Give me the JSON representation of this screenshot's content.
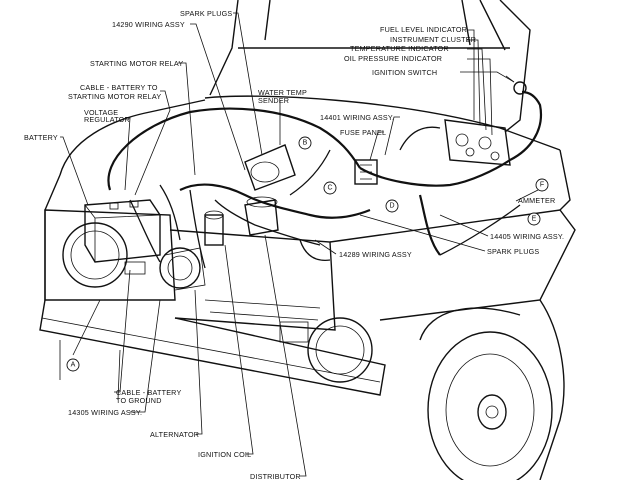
{
  "labels": {
    "spark_plugs_top": "SPARK PLUGS",
    "wiring_14290": "14290 WIRING ASSY",
    "starting_motor_relay": "STARTING MOTOR RELAY",
    "cable_battery_relay_1": "CABLE - BATTERY TO",
    "cable_battery_relay_2": "STARTING MOTOR RELAY",
    "voltage_regulator_1": "VOLTAGE",
    "voltage_regulator_2": "REGULATOR",
    "battery": "BATTERY",
    "water_temp_1": "WATER TEMP",
    "water_temp_2": "SENDER",
    "wiring_14401": "14401 WIRING ASSY.",
    "fuse_panel": "FUSE PANEL",
    "fuel_level": "FUEL LEVEL INDICATOR",
    "instrument_cluster": "INSTRUMENT CLUSTER",
    "temperature_indicator": "TEMPERATURE INDICATOR",
    "oil_pressure": "OIL PRESSURE INDICATOR",
    "ignition_switch": "IGNITION SWITCH",
    "ammeter": "AMMETER",
    "wiring_14405": "14405 WIRING ASSY.",
    "spark_plugs_right": "SPARK PLUGS",
    "wiring_14289": "14289 WIRING ASSY",
    "cable_ground_1": "CABLE - BATTERY",
    "cable_ground_2": "TO GROUND",
    "wiring_14305": "14305 WIRING ASSY.",
    "alternator": "ALTERNATOR",
    "ignition_coil": "IGNITION COIL",
    "distributor": "DISTRIBUTOR"
  },
  "callouts": {
    "a": "A",
    "b": "B",
    "c": "C",
    "d": "D",
    "e": "E",
    "f": "F"
  }
}
